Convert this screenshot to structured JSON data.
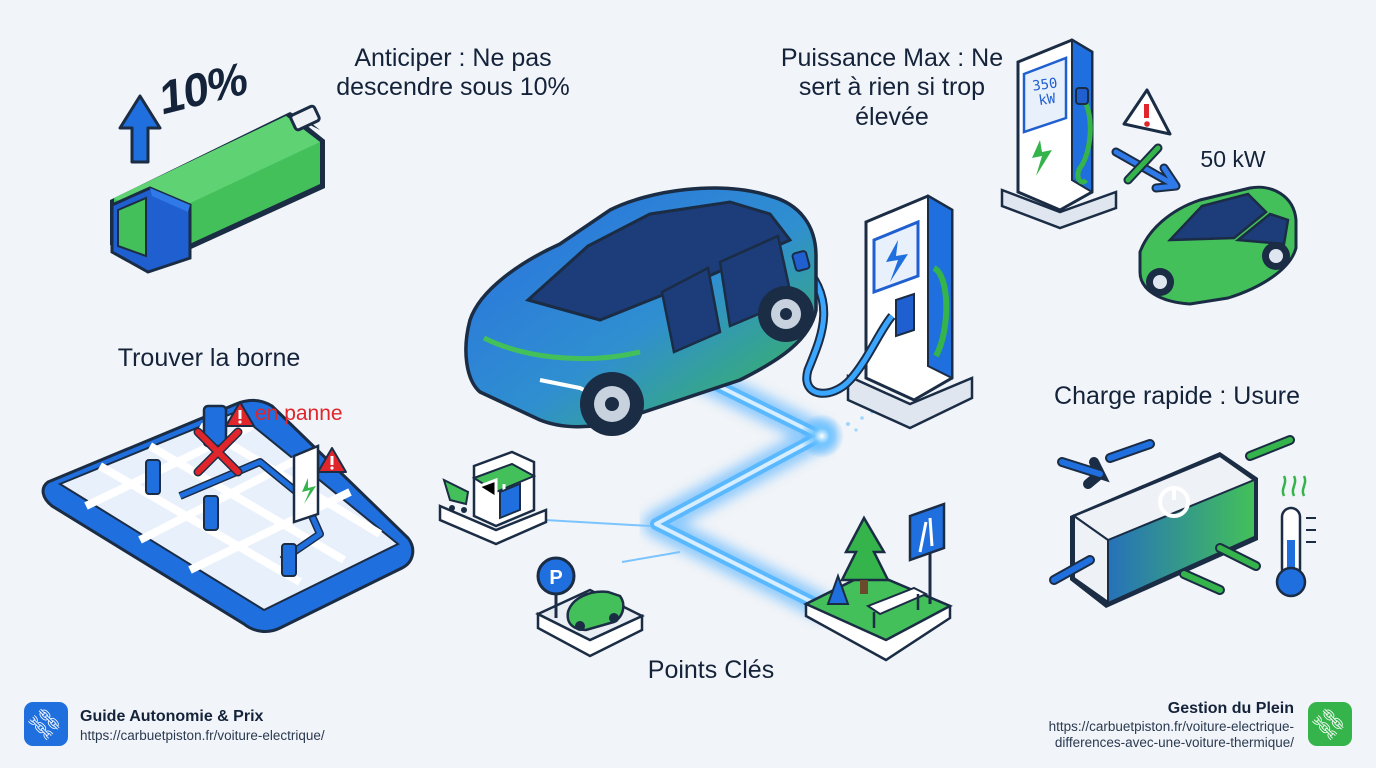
{
  "labels": {
    "anticiper": "Anticiper : Ne pas descendre sous 10%",
    "puissance": "Puissance Max : Ne sert à rien si trop élevée",
    "trouver": "Trouver la borne",
    "panne": "en panne",
    "charge": "Charge rapide : Usure",
    "points": "Points Clés",
    "kw50": "50 kW",
    "pct10": "10%",
    "kw350": "350 kW"
  },
  "footer": {
    "left_title": "Guide Autonomie & Prix",
    "left_url": "https://carbuetpiston.fr/voiture-electrique/",
    "right_title": "Gestion du Plein",
    "right_url": "https://carbuetpiston.fr/voiture-electrique-differences-avec-une-voiture-thermique/"
  },
  "icons": {
    "left_link": "link-icon",
    "right_link": "link-icon",
    "parking": "P"
  },
  "colors": {
    "blue": "#1f6fde",
    "green": "#34b44a",
    "warning": "#e0262b",
    "glow": "#3fa8ff"
  }
}
